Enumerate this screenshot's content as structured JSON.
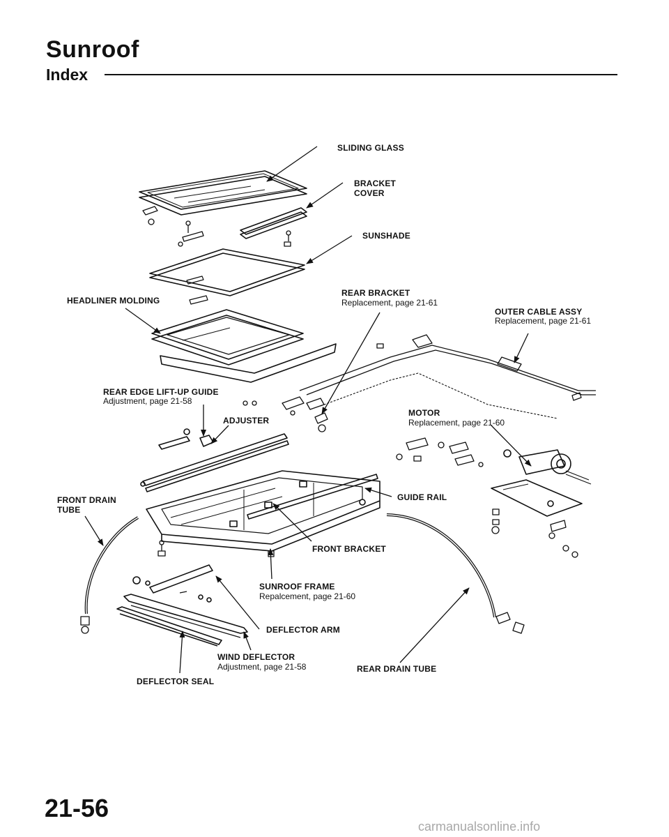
{
  "header": {
    "title": "Sunroof",
    "subtitle": "Index"
  },
  "labels": {
    "sliding_glass": "SLIDING GLASS",
    "bracket_cover_1": "BRACKET",
    "bracket_cover_2": "COVER",
    "sunshade": "SUNSHADE",
    "headliner_molding": "HEADLINER MOLDING",
    "rear_bracket": "REAR BRACKET",
    "rear_bracket_sub": "Replacement, page 21-61",
    "outer_cable": "OUTER CABLE ASSY",
    "outer_cable_sub": "Replacement, page 21-61",
    "rear_edge": "REAR EDGE LIFT-UP GUIDE",
    "rear_edge_sub": "Adjustment, page 21-58",
    "adjuster": "ADJUSTER",
    "motor": "MOTOR",
    "motor_sub": "Replacement, page 21-60",
    "front_drain_1": "FRONT DRAIN",
    "front_drain_2": "TUBE",
    "guide_rail": "GUIDE RAIL",
    "front_bracket": "FRONT BRACKET",
    "sunroof_frame": "SUNROOF FRAME",
    "sunroof_frame_sub": "Repalcement, page 21-60",
    "deflector_arm": "DEFLECTOR ARM",
    "wind_deflector": "WIND DEFLECTOR",
    "wind_deflector_sub": "Adjustment, page 21-58",
    "rear_drain": "REAR DRAIN TUBE",
    "deflector_seal": "DEFLECTOR SEAL"
  },
  "footer": {
    "page_number": "21-56",
    "watermark": "carmanualsonline.info"
  }
}
